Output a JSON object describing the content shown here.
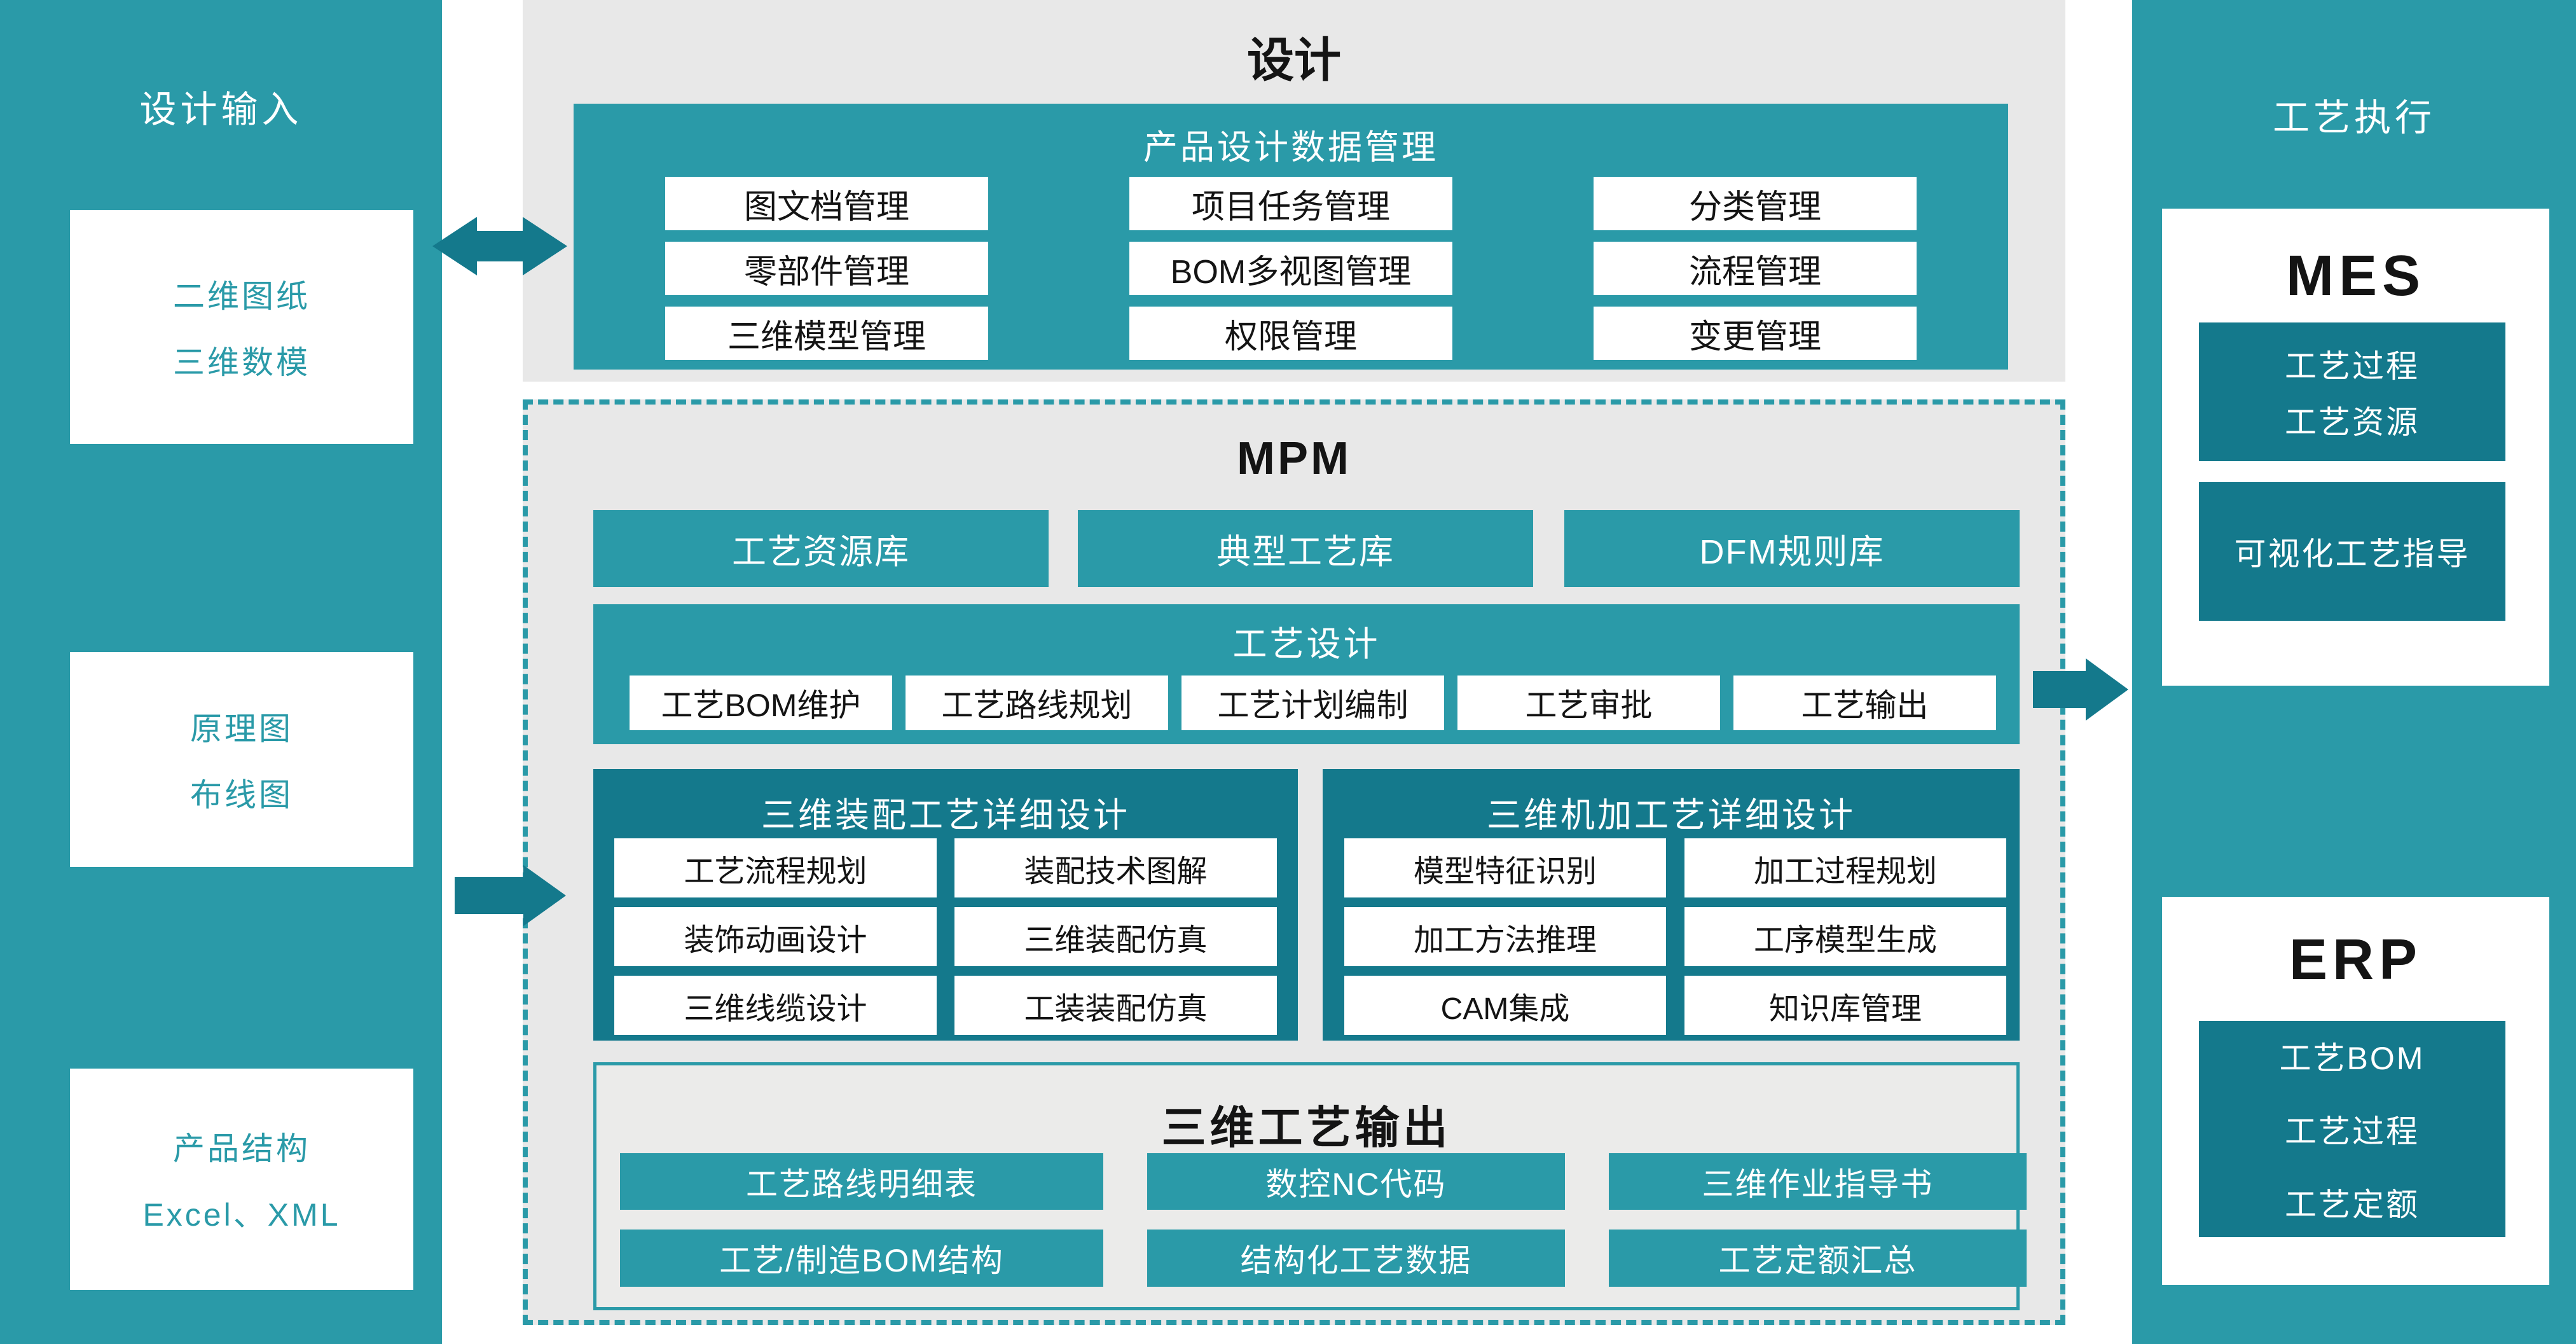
{
  "colors": {
    "teal": "#2A9AA8",
    "teal_dark": "#14798C",
    "gray_bg": "#E8E8E8",
    "text_black": "#141414",
    "text_white": "#ffffff"
  },
  "left_panel": {
    "title": "设计输入",
    "boxes": [
      [
        "二维图纸",
        "三维数模"
      ],
      [
        "原理图",
        "布线图"
      ],
      [
        "产品结构",
        "Excel、XML"
      ]
    ]
  },
  "design_section": {
    "title": "设计",
    "pdm": {
      "title": "产品设计数据管理",
      "items": [
        "图文档管理",
        "项目任务管理",
        "分类管理",
        "零部件管理",
        "BOM多视图管理",
        "流程管理",
        "三维模型管理",
        "权限管理",
        "变更管理"
      ]
    }
  },
  "mpm_section": {
    "title": "MPM",
    "libraries": [
      "工艺资源库",
      "典型工艺库",
      "DFM规则库"
    ],
    "process_design": {
      "title": "工艺设计",
      "items": [
        "工艺BOM维护",
        "工艺路线规划",
        "工艺计划编制",
        "工艺审批",
        "工艺输出"
      ]
    },
    "assembly_block": {
      "title": "三维装配工艺详细设计",
      "items": [
        "工艺流程规划",
        "装配技术图解",
        "装饰动画设计",
        "三维装配仿真",
        "三维线缆设计",
        "工装装配仿真"
      ]
    },
    "machining_block": {
      "title": "三维机加工艺详细设计",
      "items": [
        "模型特征识别",
        "加工过程规划",
        "加工方法推理",
        "工序模型生成",
        "CAM集成",
        "知识库管理"
      ]
    },
    "output_block": {
      "title": "三维工艺输出",
      "items": [
        "工艺路线明细表",
        "数控NC代码",
        "三维作业指导书",
        "工艺/制造BOM结构",
        "结构化工艺数据",
        "工艺定额汇总"
      ]
    }
  },
  "execution_panel": {
    "title": "工艺执行",
    "mes": {
      "title": "MES",
      "box1_lines": [
        "工艺过程",
        "工艺资源"
      ],
      "box2_lines": [
        "可视化工艺指导"
      ]
    },
    "erp": {
      "title": "ERP",
      "box_lines": [
        "工艺BOM",
        "工艺过程",
        "工艺定额"
      ]
    }
  }
}
